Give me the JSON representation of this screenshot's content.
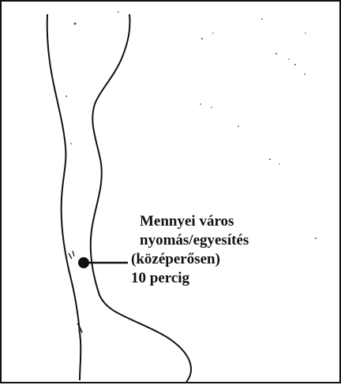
{
  "annotation": {
    "point_name": "Mennyei város",
    "technique": "nyomás/egyesítés",
    "intensity": "(középerősen)",
    "duration": "10 percig"
  },
  "colors": {
    "ink": "#111111",
    "background": "#ffffff",
    "point_marker": "#111111"
  }
}
